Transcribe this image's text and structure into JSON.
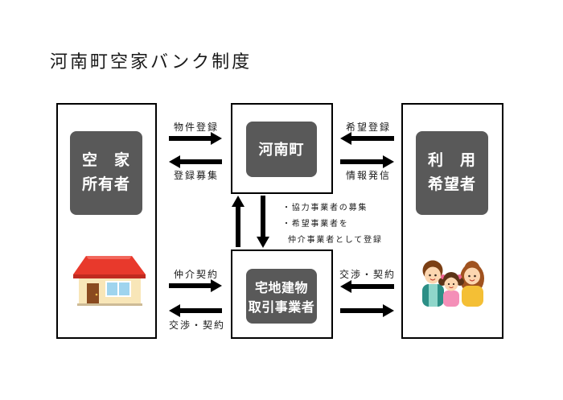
{
  "title": "河南町空家バンク制度",
  "nodes": {
    "owner": {
      "lines": [
        "空　家",
        "所有者"
      ]
    },
    "town": {
      "label": "河南町"
    },
    "agent": {
      "lines": [
        "宅地建物",
        "取引事業者"
      ]
    },
    "user": {
      "lines": [
        "利　用",
        "希望者"
      ]
    }
  },
  "edges": {
    "owner_to_town": "物件登録",
    "town_to_owner": "登録募集",
    "user_to_town": "希望登録",
    "town_to_user": "情報発信",
    "owner_to_agent": "仲介契約",
    "agent_to_owner": "交渉・契約",
    "user_to_agent": "交渉・契約"
  },
  "town_agent_notes": [
    "・協力事業者の募集",
    "・希望事業者を",
    "仲介事業者として登録"
  ],
  "icons": {
    "owner": "house-icon",
    "user": "family-icon"
  },
  "colors": {
    "node_fill": "#595959",
    "node_text": "#ffffff",
    "border": "#000000",
    "arrow": "#000000",
    "text": "#1a1a1a"
  }
}
